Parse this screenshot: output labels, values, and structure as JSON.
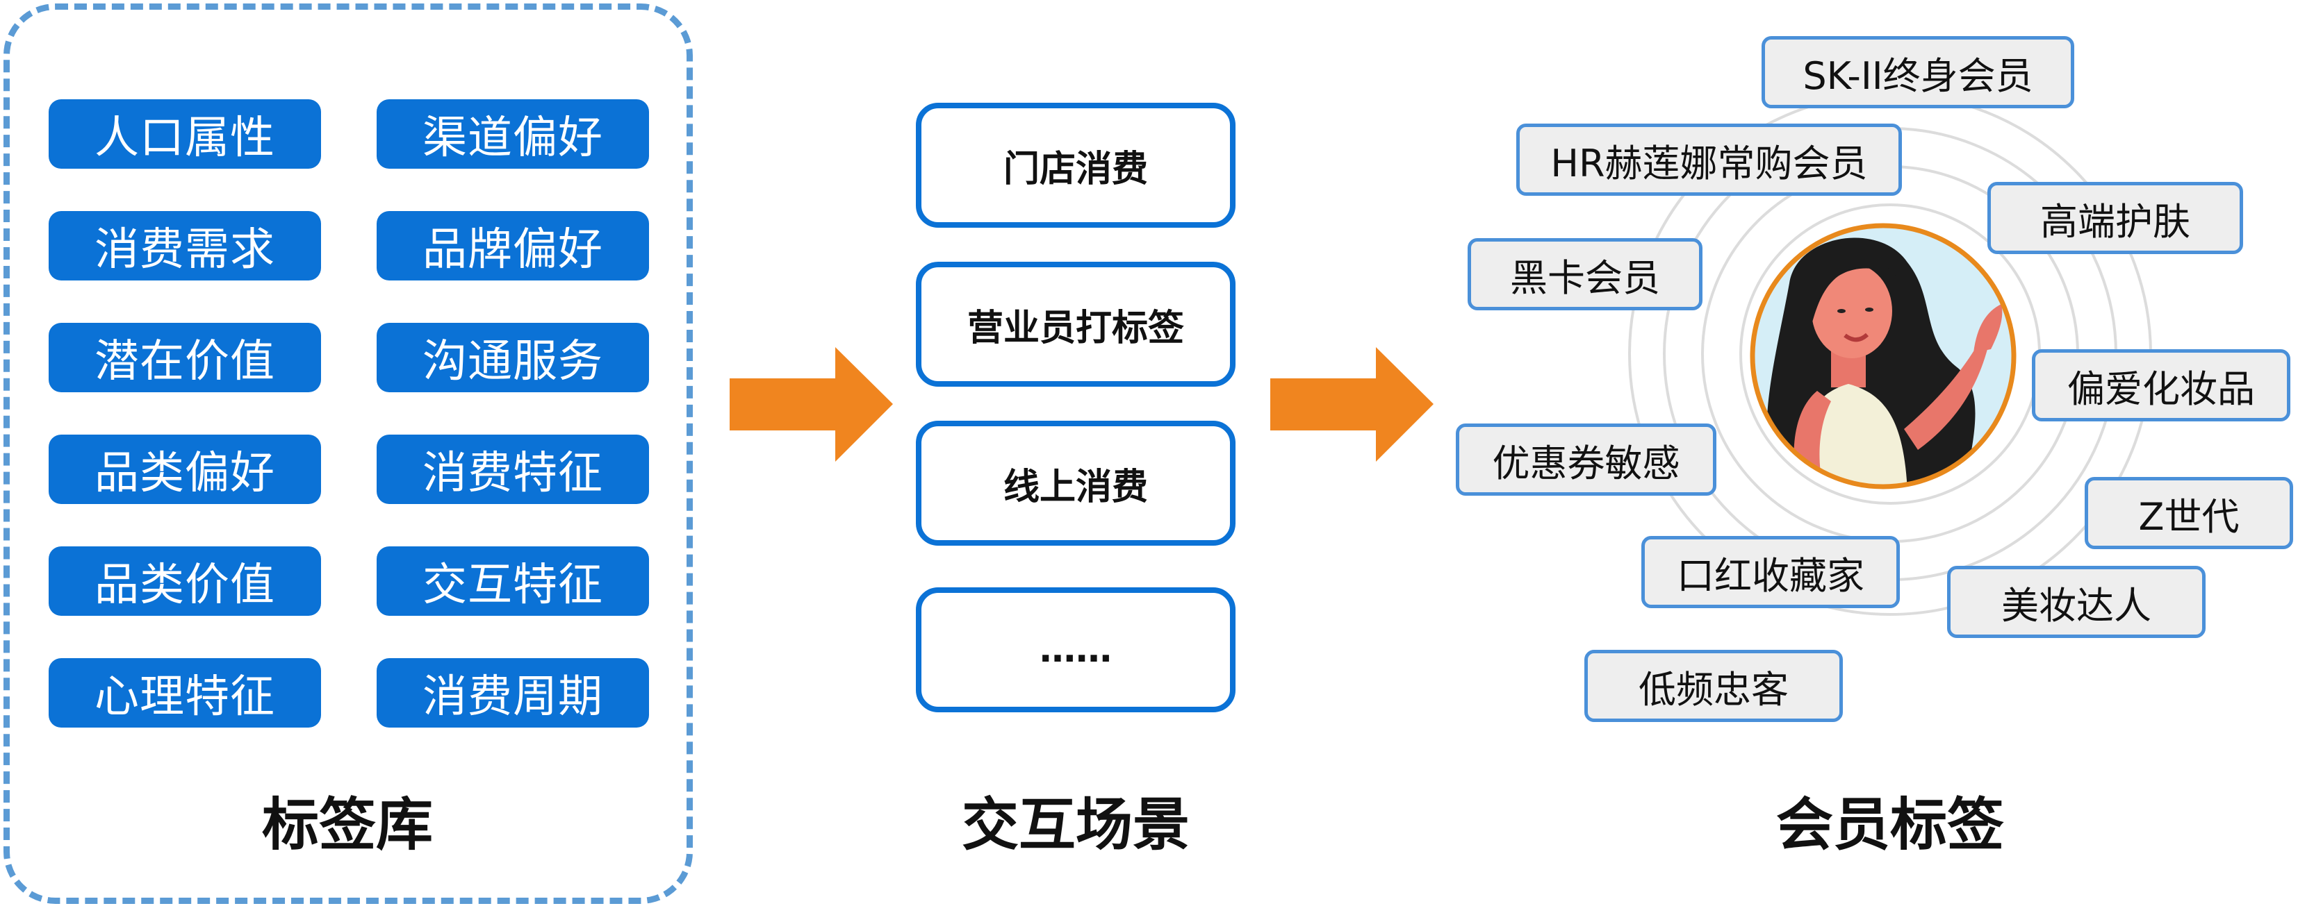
{
  "tag_library": {
    "title": "标签库",
    "tags": [
      "人口属性",
      "渠道偏好",
      "消费需求",
      "品牌偏好",
      "潜在价值",
      "沟通服务",
      "品类偏好",
      "消费特征",
      "品类价值",
      "交互特征",
      "心理特征",
      "消费周期"
    ]
  },
  "interaction_scenes": {
    "title": "交互场景",
    "items": [
      "门店消费",
      "营业员打标签",
      "线上消费",
      "……"
    ]
  },
  "member_tags": {
    "title": "会员标签",
    "tags": [
      "SK-II终身会员",
      "HR赫莲娜常购会员",
      "高端护肤",
      "黑卡会员",
      "偏爱化妆品",
      "优惠券敏感",
      "Z世代",
      "口红收藏家",
      "美妆达人",
      "低频忠客"
    ]
  },
  "colors": {
    "tag_blue": "#0b72d6",
    "dashed_border": "#5b9bd5",
    "arrow_orange": "#f0851f",
    "avatar_ring": "#e8891c",
    "member_tag_bg": "#eeeeee",
    "member_tag_border": "#4a90d9"
  },
  "icons": {
    "avatar": "woman-avatar-illustration",
    "arrow": "right-arrow"
  }
}
